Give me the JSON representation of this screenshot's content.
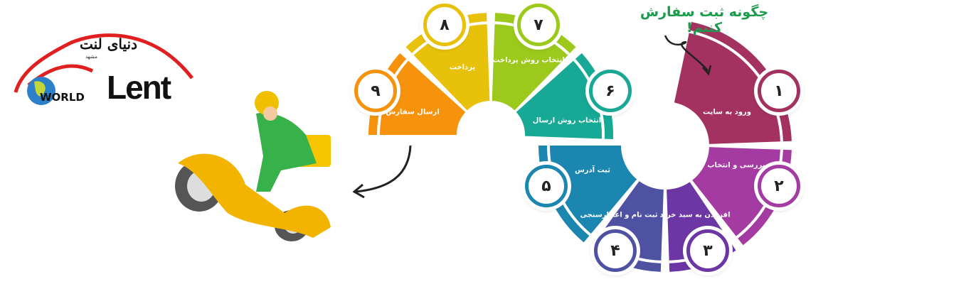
{
  "title": "چگونه ثبت سفارش کنیم!",
  "logo": {
    "persian": "دنیای لنت",
    "subtitle": "مشهد",
    "world": "WORLD",
    "brand": "Lent"
  },
  "steps": [
    {
      "number": "۱",
      "label": "ورود به سایت",
      "color": "#a33260"
    },
    {
      "number": "۲",
      "label": "بررسی و انتخاب",
      "color": "#a43ba2"
    },
    {
      "number": "۳",
      "label": "افزودن به سبد خرید",
      "color": "#6c36a4"
    },
    {
      "number": "۴",
      "label": "ثبت نام و اعتبارسنجی",
      "color": "#4f51a3"
    },
    {
      "number": "۵",
      "label": "ثبت آدرس",
      "color": "#1b87b1"
    },
    {
      "number": "۶",
      "label": "انتخاب روش ارسال",
      "color": "#17a896"
    },
    {
      "number": "۷",
      "label": "انتخاب روش پرداخت",
      "color": "#9dc91c"
    },
    {
      "number": "۸",
      "label": "پرداخت",
      "color": "#e7c10a"
    },
    {
      "number": "۹",
      "label": "ارسال سفارش",
      "color": "#f7920c"
    }
  ]
}
